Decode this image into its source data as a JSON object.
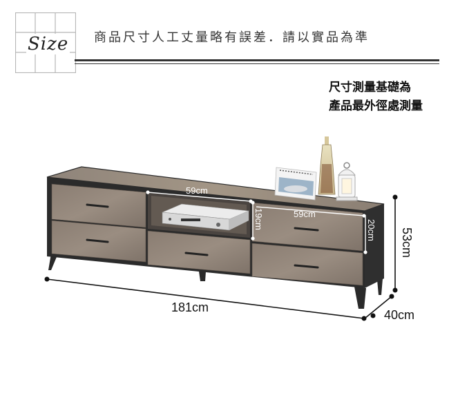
{
  "header": {
    "size_label": "Size",
    "disclaimer": "商品尺寸人工丈量略有誤差．請以實品為準"
  },
  "note": {
    "line1": "尺寸測量基礎為",
    "line2": "產品最外徑處測量"
  },
  "dimensions": {
    "width": "181cm",
    "depth": "40cm",
    "height": "53cm",
    "open_shelf_width": "59cm",
    "drawer_width": "59cm",
    "open_shelf_height": "19cm",
    "drawer_height": "20cm"
  },
  "colors": {
    "wood": "#8d8178",
    "frame": "#2b2b2b",
    "dimension_line": "#111111"
  }
}
